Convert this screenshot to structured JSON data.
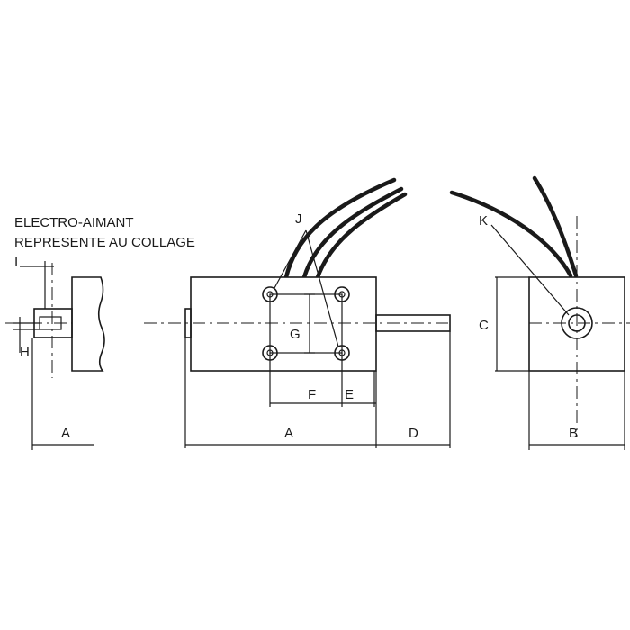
{
  "caption": {
    "line1": "ELECTRO-AIMANT",
    "line2": "REPRESENTE AU COLLAGE"
  },
  "dimensions": {
    "A": "A",
    "B": "B",
    "C": "C",
    "D": "D",
    "E": "E",
    "F": "F",
    "G": "G",
    "H": "H",
    "I": "I",
    "J": "J",
    "K": "K"
  }
}
